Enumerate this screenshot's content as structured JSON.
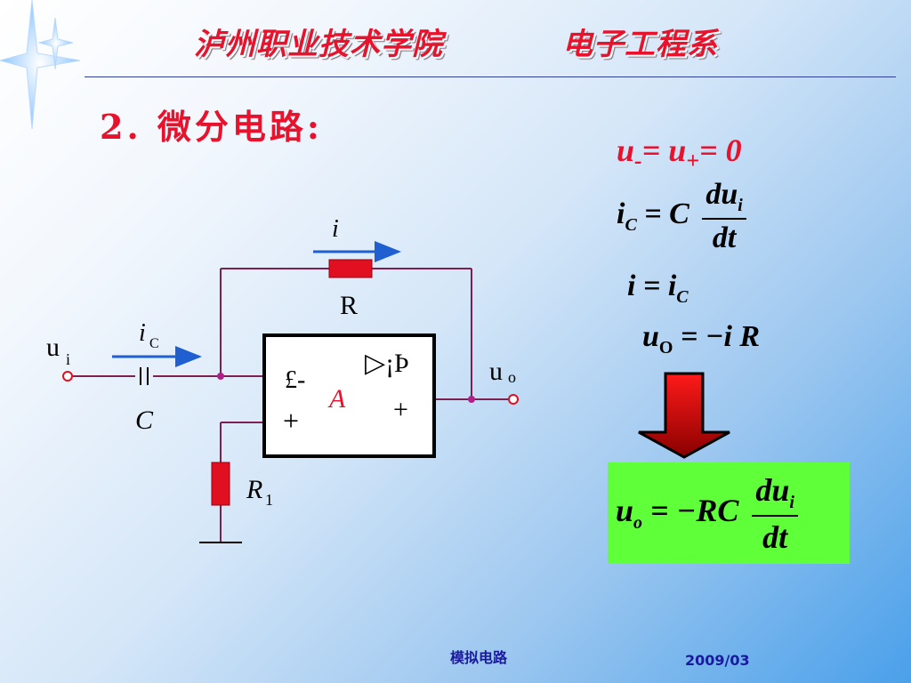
{
  "header": {
    "school": "泸州职业技术学院",
    "department": "电子工程系"
  },
  "slide_title": "2. 微分电路:",
  "circuit": {
    "current_i": "i",
    "resistor_R": "R",
    "input_label": "u",
    "input_sub": "i",
    "cap_current": "i",
    "cap_current_sub": "C",
    "capacitor": "C",
    "output_label": "u",
    "output_sub": "o",
    "minus_symbol": "£-",
    "plus_symbol": "+",
    "gain_symbol": "▷¡Þ",
    "out_plus": "+",
    "amp_label": "A",
    "r1_label": "R",
    "r1_sub": "1"
  },
  "equations": {
    "eq1_u_minus": "u",
    "eq1_minus": "-",
    "eq1_eq": "= u",
    "eq1_plus": "+",
    "eq1_rhs": "= 0",
    "eq2_lhs": "i",
    "eq2_lhs_sub": "C",
    "eq2_mid": " = C",
    "eq2_num": "du",
    "eq2_num_sub": "i",
    "eq2_den": "dt",
    "eq3_lhs": "i = i",
    "eq3_sub": "C",
    "eq4_lhs": "u",
    "eq4_sub": "O",
    "eq4_rhs": " = −i  R"
  },
  "result": {
    "lhs": "u",
    "lhs_sub": "o",
    "mid": " = −RC",
    "num": "du",
    "num_sub": "i",
    "den": "dt"
  },
  "footer": {
    "course": "模拟电路",
    "date": "2009/03"
  },
  "colors": {
    "title_red": "#e8122d",
    "wire": "#7d1f4f",
    "component_red": "#e01020",
    "arrow_blue": "#1f5fd0",
    "result_green": "#5fff3a"
  }
}
